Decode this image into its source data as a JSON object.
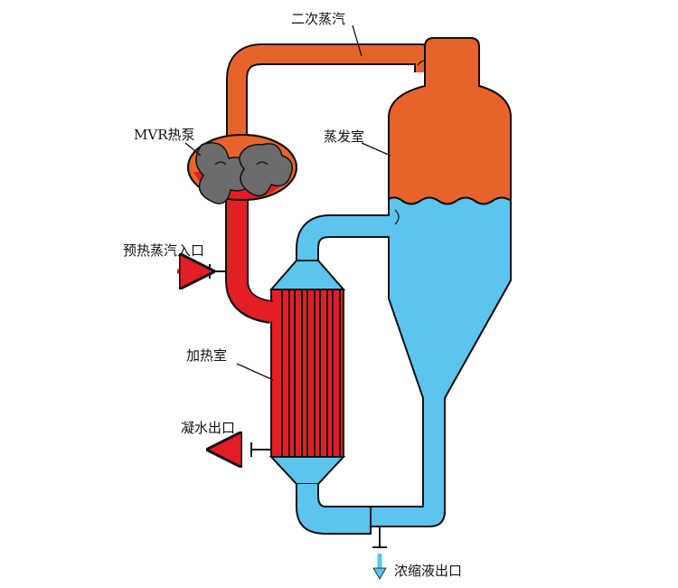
{
  "labels": {
    "secondary_vapor": "二次蒸汽",
    "mvr_pump": "MVR热泵",
    "evaporation_chamber": "蒸发室",
    "preheat_steam_inlet": "预热蒸汽入口",
    "heating_chamber": "加热室",
    "condensate_outlet": "凝水出口",
    "concentrate_outlet": "浓缩液出口"
  },
  "colors": {
    "vapor": "#E8632C",
    "steam": "#E31E24",
    "liquid": "#5BC5F0",
    "rotor": "#6B6B6B",
    "outline": "#111111"
  }
}
